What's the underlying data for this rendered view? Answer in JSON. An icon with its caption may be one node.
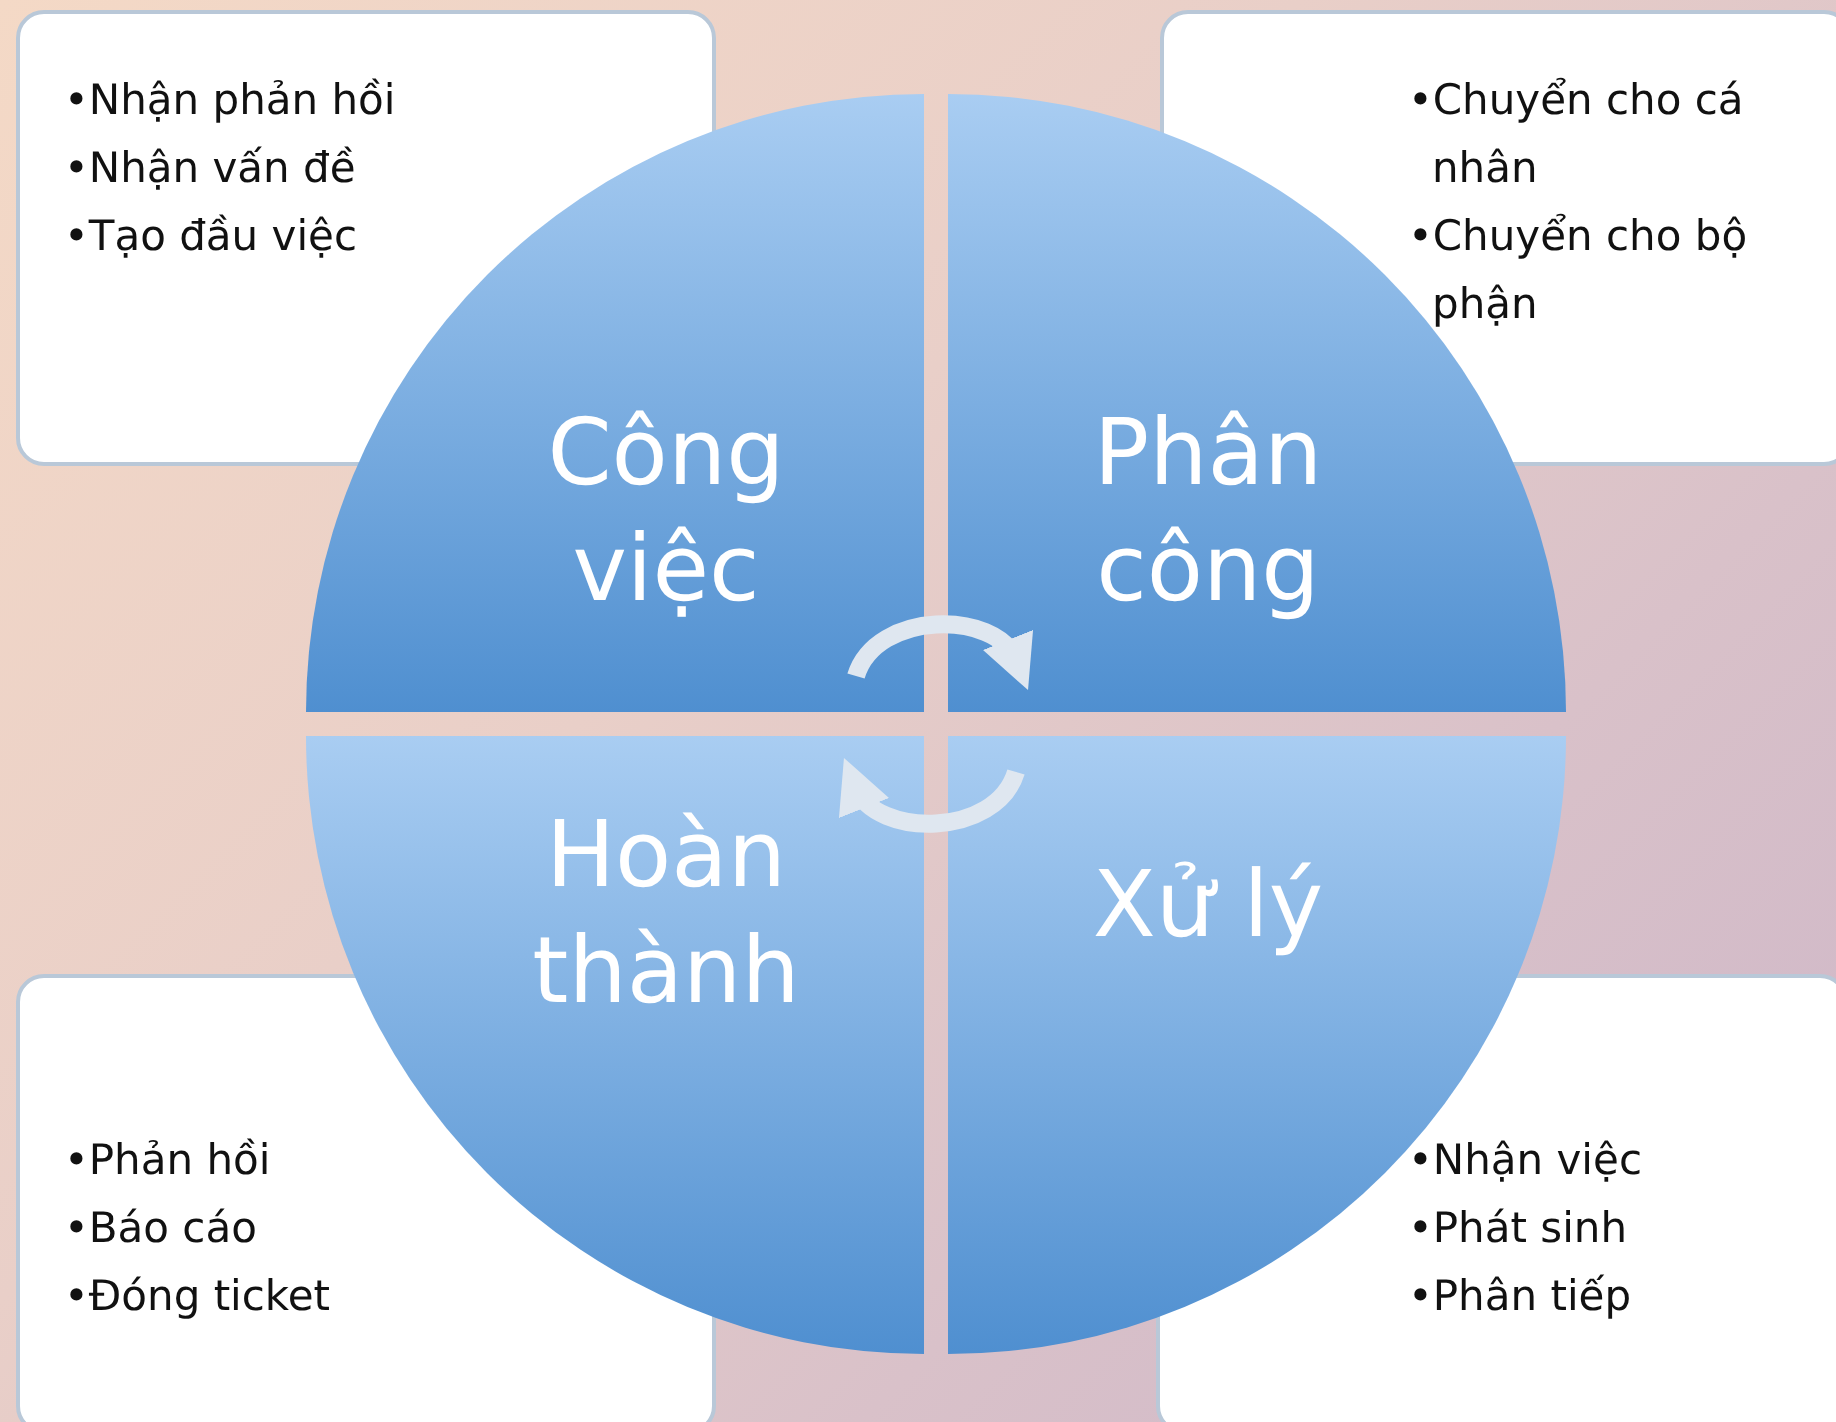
{
  "diagram": {
    "nodes": [
      {
        "text": [
          "•Nhận phản hồi",
          "•Nhận vấn đề",
          "•Tạo đầu việc"
        ]
      },
      {
        "text": [
          "•Chuyển cho cá nhân",
          "•Chuyển cho bộ phận"
        ]
      },
      {
        "text": [
          "Công việc"
        ]
      },
      {
        "text": [
          "Phân công"
        ]
      },
      {
        "text": [
          "Hoàn thành"
        ]
      },
      {
        "text": [
          "Xử lý"
        ]
      },
      {
        "text": [
          "•Phản hồi",
          "•Báo cáo",
          "•Đóng ticket"
        ]
      },
      {
        "text": [
          "•Nhận việc",
          "•Phát sinh",
          "•Phân tiếp"
        ]
      }
    ],
    "edges": [
      {
        "from": 2,
        "to": 3,
        "arrow": "to"
      },
      {
        "from": 5,
        "to": 4,
        "arrow": "to"
      }
    ]
  }
}
